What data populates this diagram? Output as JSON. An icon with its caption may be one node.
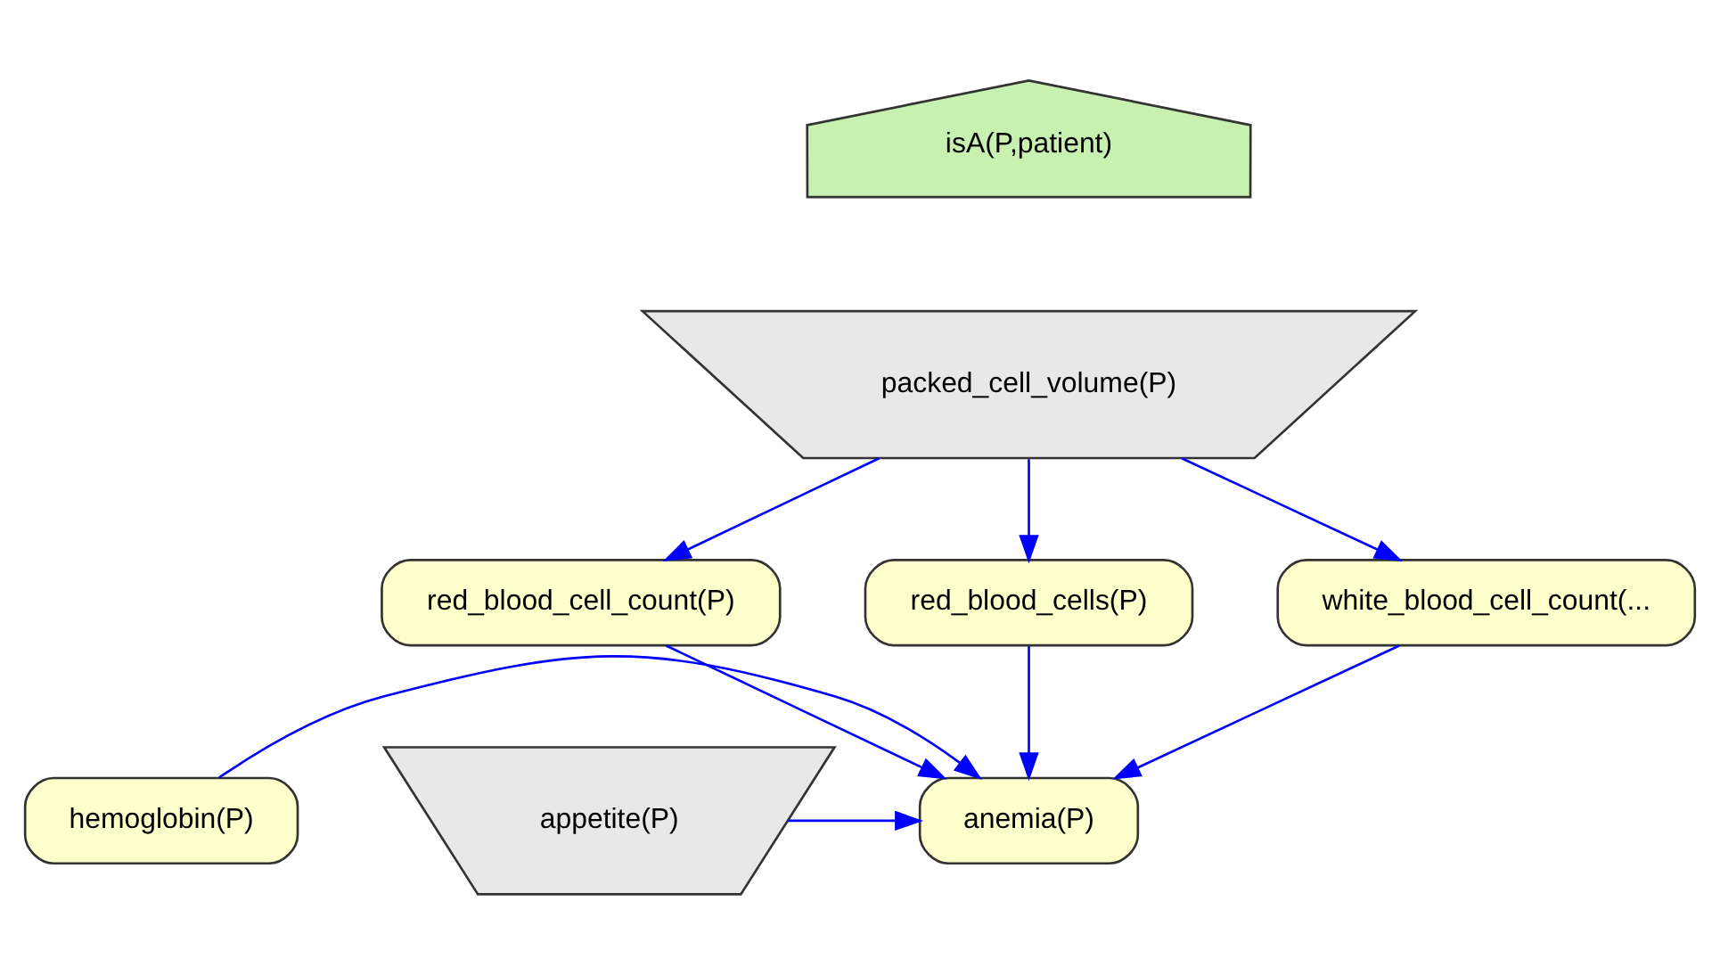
{
  "diagram": {
    "nodes": [
      {
        "text": [
          "isA(P,patient)"
        ]
      },
      {
        "text": [
          "packed_cell_volume(P)"
        ]
      },
      {
        "text": [
          "red_blood_cell_count(P)"
        ]
      },
      {
        "text": [
          "red_blood_cells(P)"
        ]
      },
      {
        "text": [
          "white_blood_cell_count(..."
        ]
      },
      {
        "text": [
          "hemoglobin(P)"
        ]
      },
      {
        "text": [
          "anemia(P)"
        ]
      },
      {
        "text": [
          "appetite(P)"
        ]
      }
    ],
    "edges": [
      {
        "from": 1,
        "to": 2,
        "arrow": "to"
      },
      {
        "from": 1,
        "to": 3,
        "arrow": "to"
      },
      {
        "from": 1,
        "to": 4,
        "arrow": "to"
      },
      {
        "from": 2,
        "to": 6,
        "arrow": "to"
      },
      {
        "from": 3,
        "to": 6,
        "arrow": "to"
      },
      {
        "from": 4,
        "to": 6,
        "arrow": "to"
      },
      {
        "from": 5,
        "to": 6,
        "arrow": "to"
      },
      {
        "from": 7,
        "to": 6,
        "arrow": "to"
      }
    ]
  }
}
